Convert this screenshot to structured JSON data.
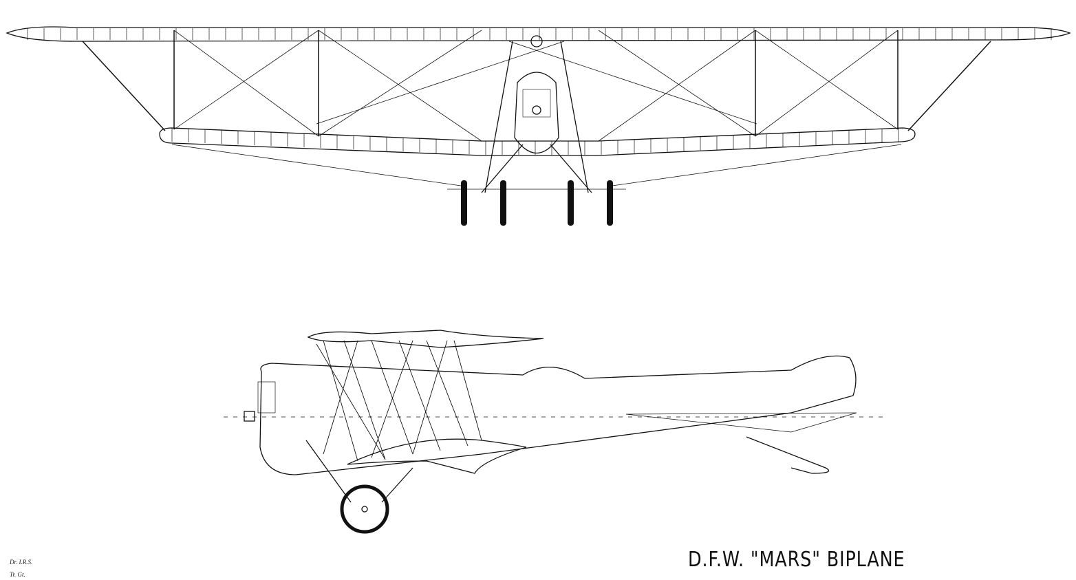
{
  "title": "D.F.W. \"MARS\" BIPLANE",
  "credits": {
    "drawn": "Dr. I.R.S.",
    "traced": "Tr. Gt."
  },
  "views": [
    "front-view",
    "side-view"
  ],
  "colors": {
    "ink": "#111111",
    "paper": "#ffffff"
  }
}
